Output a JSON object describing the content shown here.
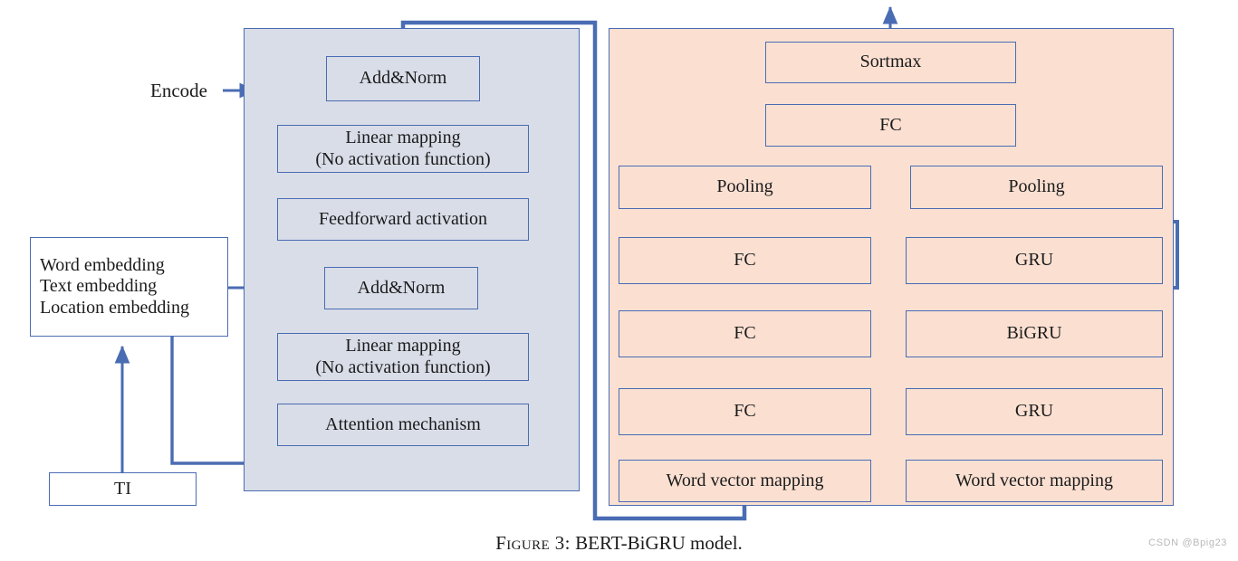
{
  "figure": {
    "caption_label": "Figure 3:",
    "caption_text": "BERT-BiGRU model.",
    "watermark": "CSDN @Bpig23"
  },
  "colors": {
    "encoder_panel_fill": "#d9dde8",
    "decoder_panel_fill": "#fbe0d2",
    "box_stroke": "#4a6cb3",
    "arrow_thin": "#4a6cb3",
    "arrow_thick": "#4a6cb3",
    "text": "#1b1b1b",
    "watermark": "#b9b9b9"
  },
  "labels": {
    "encode": "Encode"
  },
  "inputs": {
    "embedding_box": "Word embedding\nText embedding\nLocation embedding",
    "ti_box": "TI"
  },
  "encoder": {
    "add_norm_top": "Add&Norm",
    "linear_top": "Linear mapping\n(No activation function)",
    "feedforward": "Feedforward activation",
    "add_norm_bottom": "Add&Norm",
    "linear_bottom": "Linear mapping\n(No activation function)",
    "attention": "Attention mechanism"
  },
  "decoder": {
    "softmax": "Sortmax",
    "fc_head": "FC",
    "pooling_left": "Pooling",
    "pooling_right": "Pooling",
    "left_column": [
      {
        "label": "FC"
      },
      {
        "label": "FC"
      },
      {
        "label": "FC"
      },
      {
        "label": "Word vector mapping"
      }
    ],
    "right_column": [
      {
        "label": "GRU"
      },
      {
        "label": "BiGRU"
      },
      {
        "label": "GRU"
      },
      {
        "label": "Word vector mapping"
      }
    ]
  }
}
